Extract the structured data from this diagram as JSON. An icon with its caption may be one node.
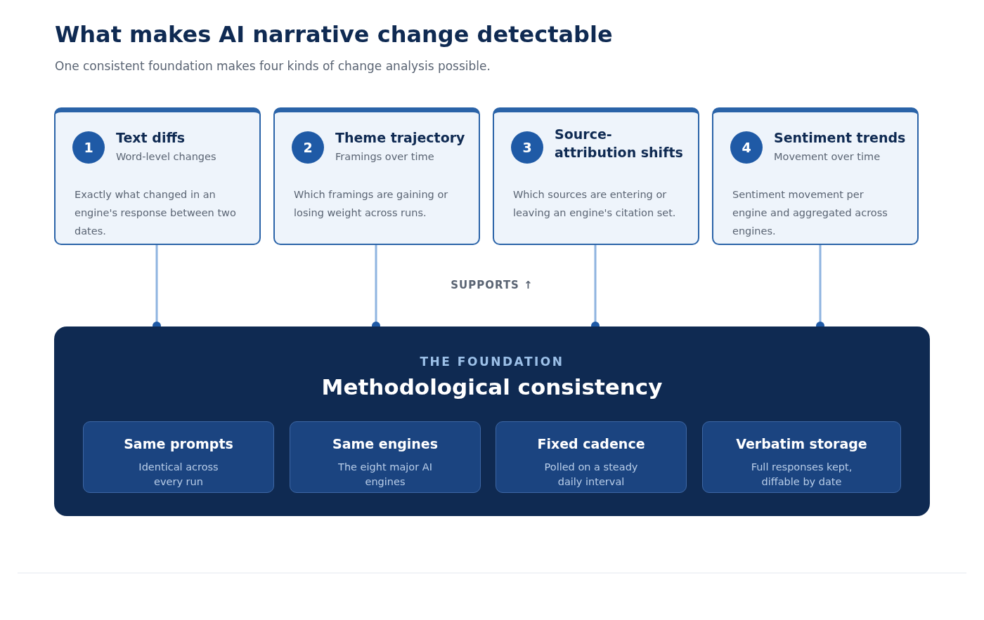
{
  "diagram": {
    "title": "What makes AI narrative change detectable",
    "caption": "One consistent foundation makes four kinds of change analysis possible.",
    "nodes": [
      {
        "text": [
          "Text diffs",
          "Word-level changes",
          "Exactly what changed in an engine's response between two dates."
        ]
      },
      {
        "text": [
          "1"
        ],
        "in": 0
      },
      {
        "text": [
          "Theme trajectory",
          "Framings over time",
          "Which framings are gaining or losing weight across runs."
        ]
      },
      {
        "text": [
          "2"
        ],
        "in": 2
      },
      {
        "text": [
          "Source-attribution shifts",
          "Which sources are entering or leaving an engine's citation set."
        ]
      },
      {
        "text": [
          "3"
        ],
        "in": 4
      },
      {
        "text": [
          "Sentiment trends",
          "Movement over time",
          "Sentiment movement per engine and aggregated across engines."
        ]
      },
      {
        "text": [
          "4"
        ],
        "in": 6
      },
      {
        "text": [
          "THE FOUNDATION",
          "Methodological consistency"
        ]
      },
      {
        "text": [
          "Same prompts",
          "Identical across every run"
        ],
        "in": 8
      },
      {
        "text": [
          "Same engines",
          "The eight major AI engines"
        ],
        "in": 8
      },
      {
        "text": [
          "Fixed cadence",
          "Polled on a steady daily interval"
        ],
        "in": 8
      },
      {
        "text": [
          "Verbatim storage",
          "Full responses kept, diffable by date"
        ],
        "in": 8
      }
    ],
    "edges": [
      {
        "from": 0,
        "to": 8,
        "arrow": "other"
      },
      {
        "from": 2,
        "to": 8,
        "arrow": "other"
      },
      {
        "from": 4,
        "to": 8,
        "arrow": "other"
      },
      {
        "from": 6,
        "to": 8,
        "arrow": "other"
      }
    ],
    "labels": [
      "SUPPORTS ↑"
    ]
  }
}
